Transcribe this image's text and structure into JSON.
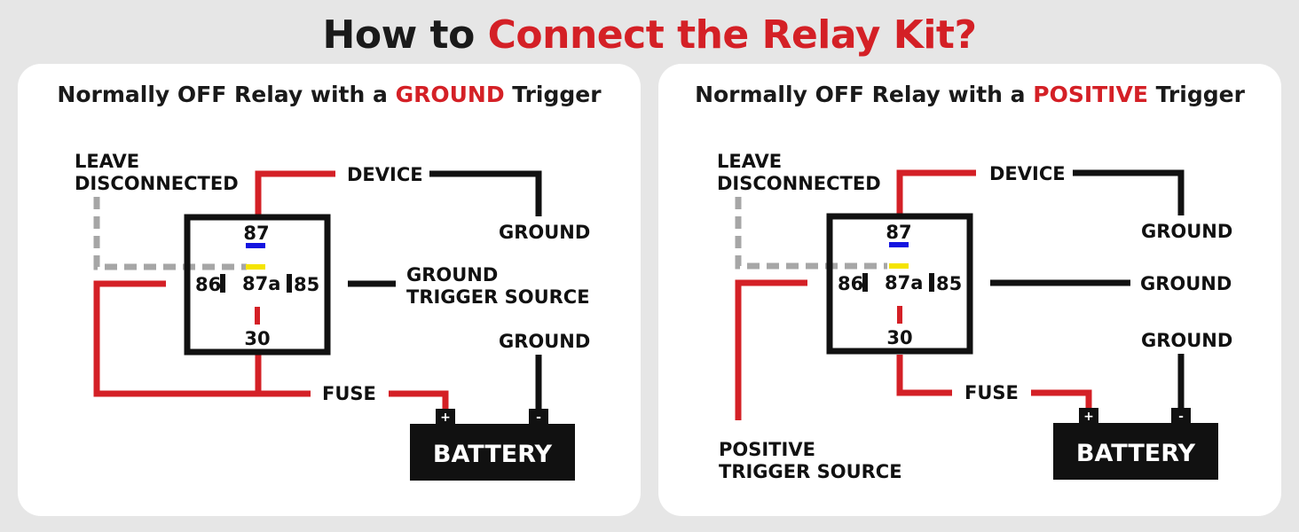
{
  "title": {
    "prefix": "How to ",
    "accent": "Connect the Relay Kit?"
  },
  "colors": {
    "accent": "#d42026",
    "wire_red": "#d42026",
    "wire_black": "#111111",
    "wire_gray": "#a6a6a6",
    "pin87_marker": "#1414e0",
    "pin87a_marker": "#f5e400"
  },
  "panels": [
    {
      "title_prefix": "Normally OFF Relay with a ",
      "title_accent": "GROUND",
      "title_suffix": " Trigger",
      "labels": {
        "leave_line1": "LEAVE",
        "leave_line2": "DISCONNECTED",
        "device": "DEVICE",
        "ground_top": "GROUND",
        "trigger_line1": "GROUND",
        "trigger_line2": "TRIGGER SOURCE",
        "ground_batt": "GROUND",
        "fuse": "FUSE",
        "battery": "BATTERY",
        "plus": "+",
        "minus": "-"
      },
      "pins": {
        "p87": "87",
        "p86": "86",
        "p87a": "87a",
        "p85": "85",
        "p30": "30"
      }
    },
    {
      "title_prefix": "Normally OFF Relay with a ",
      "title_accent": "POSITIVE",
      "title_suffix": " Trigger",
      "labels": {
        "leave_line1": "LEAVE",
        "leave_line2": "DISCONNECTED",
        "device": "DEVICE",
        "ground_top": "GROUND",
        "ground_mid": "GROUND",
        "ground_batt": "GROUND",
        "fuse": "FUSE",
        "battery": "BATTERY",
        "plus": "+",
        "minus": "-",
        "trigger_line1": "POSITIVE",
        "trigger_line2": "TRIGGER SOURCE"
      },
      "pins": {
        "p87": "87",
        "p86": "86",
        "p87a": "87a",
        "p85": "85",
        "p30": "30"
      }
    }
  ]
}
